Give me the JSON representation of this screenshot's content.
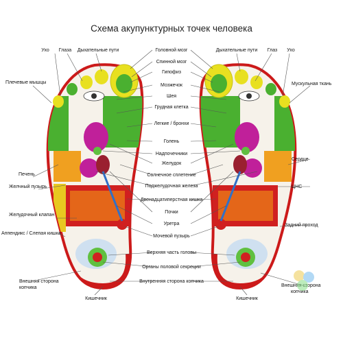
{
  "title": "Схема акупунктурных точек человека",
  "labels_center": [
    "Головной мозг",
    "Спинной мозг",
    "Гипофиз",
    "Мозжечок",
    "Шея",
    "Грудная клетка",
    "Легкие / бронхи",
    "Голень",
    "Надпочечники",
    "Желудок",
    "Солнечное сплетение",
    "Поджелудочная железа",
    "Двенадцатиперстная кишка",
    "Почки",
    "Уретра",
    "Мочевой пузырь",
    "Верхняя часть головы",
    "Органы половой секреции",
    "Внутренняя сторона копчика"
  ],
  "labels_left": {
    "ear": "Ухо",
    "eyes": "Глаза",
    "airways": "Дыхательные пути",
    "shoulder": "Плечевые мышцы",
    "liver": "Печень",
    "gallbladder": "Желчный пузырь",
    "stomach_valve": "Желудочный клапан",
    "appendix": "Аппендикс / Слепая кишка",
    "outer_coccyx_1": "Внешняя сторона",
    "outer_coccyx_2": "копчика",
    "intestine": "Кишечник"
  },
  "labels_right": {
    "airways": "Дыхательные пути",
    "eyes": "Глаз",
    "ear": "Ухо",
    "muscle": "Мускульная ткань",
    "heart": "Сердце",
    "cns": "ЦНС",
    "anus": "Задний проход",
    "outer_coccyx_1": "Внешняя сторона",
    "outer_coccyx_2": "копчика",
    "intestine": "Кишечник"
  },
  "colors": {
    "brain": "#e8e020",
    "organ_magenta": "#c0209a",
    "lung_green": "#4ab030",
    "intestine_red": "#d02020",
    "intestine_orange": "#e87818",
    "heel_red": "#cc1a1a",
    "liver_orange": "#f0a020",
    "kidney_blue": "#3070c8",
    "line": "#555555"
  }
}
